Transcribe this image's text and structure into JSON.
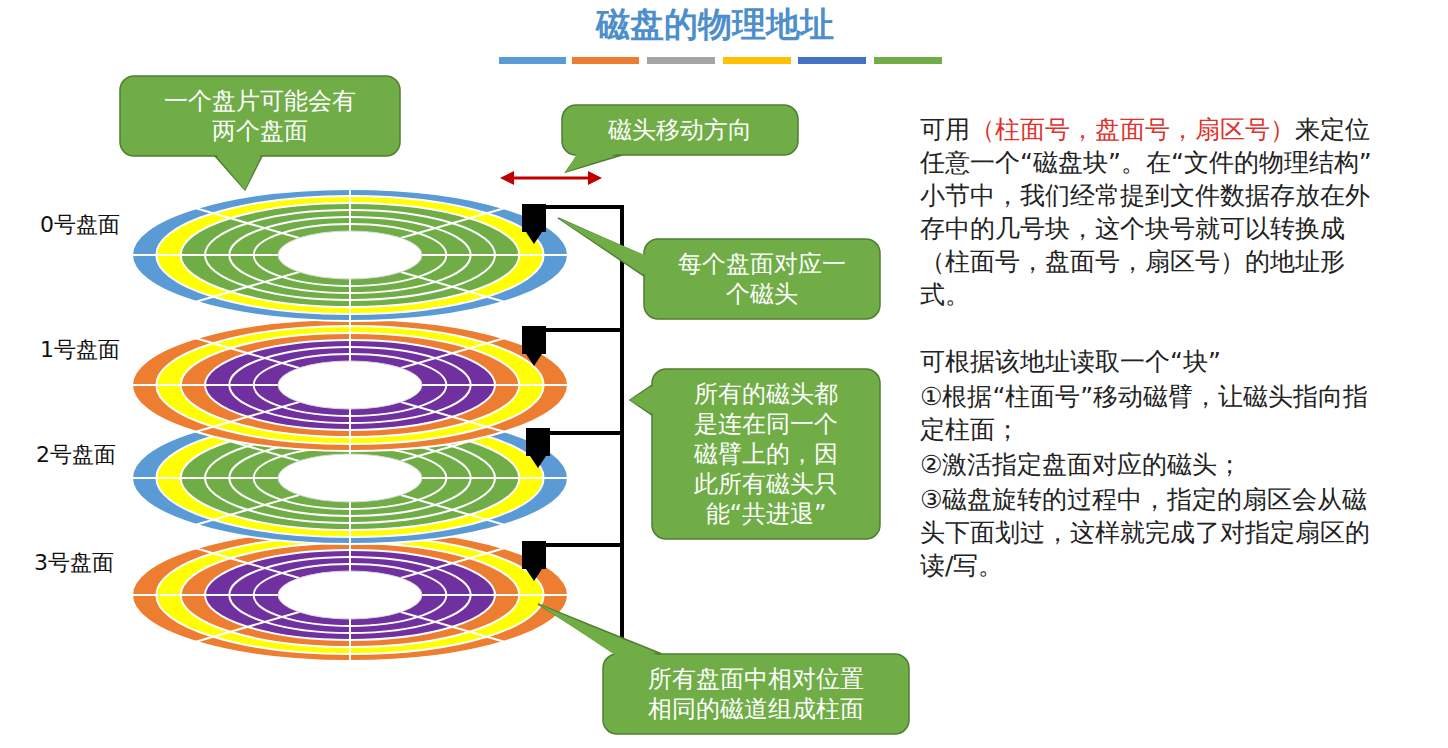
{
  "diagram": {
    "title": "磁盘的物理地址",
    "nodes": [
      {
        "text": [
          "一个盘片可能会有两个盘面"
        ]
      },
      {
        "text": [
          "磁头移动方向"
        ]
      },
      {
        "text": [
          "每个盘面对应一个磁头"
        ]
      },
      {
        "text": [
          "所有的磁头都是连在同一个磁臂上的，因此所有磁头只能“共进退”"
        ]
      },
      {
        "text": [
          "所有盘面中相对位置相同的磁道组成柱面"
        ]
      }
    ],
    "labels": [
      "0号盘面",
      "1号盘面",
      "2号盘面",
      "3号盘面",
      "可用",
      "（柱面号，盘面号，扇区号）",
      "来定位任意一个“磁盘块”。在“文件的物理结构”小节中，我们经常提到文件数据存放在外存中的几号块，这个块号就可以转换成（柱面号，盘面号，扇区号）的地址形式。",
      "可根据该地址读取一个“块”",
      "①根据“柱面号”移动磁臂，让磁头指向指定柱面；",
      "②激活指定盘面对应的磁头；",
      "③磁盘旋转的过程中，指定的扇区会从磁头下面划过，这样就完成了对指定扇区的读/写。"
    ]
  }
}
